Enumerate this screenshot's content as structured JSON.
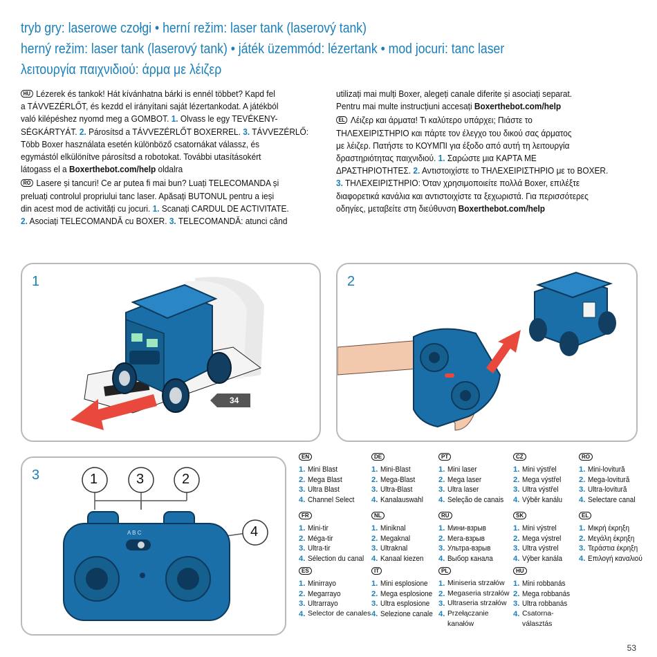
{
  "headings": [
    "tryb gry: laserowe czołgi • herní režim: laser tank (laserový tank)",
    "herný režim: laser tank (laserový tank) • játék üzemmód: lézertank • mod jocuri: tanc laser",
    "λειτουργία παιχνιδιού: άρμα με λέιζερ"
  ],
  "left": {
    "hu_badge": "HU",
    "hu_lines": [
      "Lézerek és tankok! Hát kívánhatna bárki is ennél többet? Kapd fel",
      "a TÁVVEZÉRLŐT, és kezdd el irányítani saját lézertankodat. A játékból",
      "való kilépéshez nyomd meg a GOMBOT.",
      "SÉGKÁRTYÁT.",
      "Több Boxer használata esetén különböző csatornákat válassz, és",
      "egymástól elkülönítve párosítsd a robotokat. További utasításokért",
      "látogass el a"
    ],
    "hu_n1": "1.",
    "hu_s1": "Olvass le egy TEVÉKENY-",
    "hu_n2": "2.",
    "hu_s2": "Párosítsd a TÁVVEZÉRLŐT BOXERREL.",
    "hu_n3": "3.",
    "hu_s3": "TÁVVEZÉRLŐ:",
    "hu_link": "Boxerthebot.com/help",
    "hu_tail": "oldalra",
    "ro_badge": "RO",
    "ro_lines": [
      "Lasere și tancuri! Ce ar putea fi mai bun? Luați TELECOMANDA și",
      "preluați controlul propriului tanc laser. Apăsați BUTONUL pentru a ieși",
      "din acest mod de activități cu jocuri.",
      "Asociați TELECOMANDĂ cu BOXER."
    ],
    "ro_n1": "1.",
    "ro_s1": "Scanați CARDUL DE ACTIVITATE.",
    "ro_n2": "2.",
    "ro_n3": "3.",
    "ro_s3": "TELECOMANDĂ: atunci când"
  },
  "right": {
    "ro_lines": [
      "utilizați mai mulți Boxer, alegeți canale diferite și asociați separat.",
      "Pentru mai multe instrucțiuni accesați"
    ],
    "ro_link": "Boxerthebot.com/help",
    "el_badge": "EL",
    "el_lines": [
      "Λέιζερ και άρματα! Τι καλύτερο υπάρχει; Πιάστε το",
      "ΤΗΛΕΧΕΙΡΙΣΤΗΡΙΟ και πάρτε τον έλεγχο του δικού σας άρματος",
      "με λέιζερ. Πατήστε το ΚΟΥΜΠΙ για έξοδο από αυτή τη λειτουργία",
      "δραστηριότητας παιχνιδιού.",
      "ΔΡΑΣΤΗΡΙΟΤΗΤΕΣ.",
      "ΤΗΛΕΧΕΙΡΙΣΤΗΡΙΟ: Όταν χρησιμοποιείτε πολλά Boxer, επιλέξτε",
      "διαφορετικά κανάλια και αντιστοιχίστε τα ξεχωριστά. Για περισσότερες",
      "οδηγίες, μεταβείτε στη διεύθυνση"
    ],
    "el_n1": "1.",
    "el_s1": "Σαρώστε μια ΚΑΡΤΑ ΜΕ",
    "el_n2": "2.",
    "el_s2": "Αντιστοιχίστε το ΤΗΛΕΧΕΙΡΙΣΤΗΡΙΟ με το BOXER.",
    "el_n3": "3.",
    "el_link": "Boxerthebot.com/help"
  },
  "panels": {
    "p1_label": "1",
    "p1_card_number": "34",
    "p2_label": "2",
    "p3_label": "3",
    "callouts": [
      "1",
      "3",
      "2",
      "4"
    ],
    "switch_letters": "A B C"
  },
  "legend": [
    {
      "lang": "EN",
      "items": [
        "Mini Blast",
        "Mega Blast",
        "Ultra Blast",
        "Channel Select"
      ]
    },
    {
      "lang": "DE",
      "items": [
        "Mini-Blast",
        "Mega-Blast",
        "Ultra-Blast",
        "Kanalauswahl"
      ]
    },
    {
      "lang": "PT",
      "items": [
        "Mini laser",
        "Mega laser",
        "Ultra laser",
        "Seleção de canais"
      ]
    },
    {
      "lang": "CZ",
      "items": [
        "Mini výstřel",
        "Mega výstřel",
        "Ultra výstřel",
        "Výběr kanálu"
      ]
    },
    {
      "lang": "RO",
      "items": [
        "Mini-lovitură",
        "Mega-lovitură",
        "Ultra-lovitură",
        "Selectare canal"
      ]
    },
    {
      "lang": "FR",
      "items": [
        "Mini-tir",
        "Méga-tir",
        "Ultra-tir",
        "Sélection du canal"
      ]
    },
    {
      "lang": "NL",
      "items": [
        "Miniknal",
        "Megaknal",
        "Ultraknal",
        "Kanaal kiezen"
      ]
    },
    {
      "lang": "RU",
      "items": [
        "Мини-взрыв",
        "Мега-взрыв",
        "Ультра-взрыв",
        "Выбор канала"
      ]
    },
    {
      "lang": "SK",
      "items": [
        "Mini výstrel",
        "Mega výstrel",
        "Ultra výstrel",
        "Výber kanála"
      ]
    },
    {
      "lang": "EL",
      "items": [
        "Μικρή έκρηξη",
        "Μεγάλη έκρηξη",
        "Τεράστια έκρηξη",
        "Επιλογή καναλιού"
      ]
    },
    {
      "lang": "ES",
      "items": [
        "Minirrayo",
        "Megarrayo",
        "Ultrarrayo",
        "Selector de canales"
      ]
    },
    {
      "lang": "IT",
      "items": [
        "Mini esplosione",
        "Mega esplosione",
        "Ultra esplosione",
        "Selezione canale"
      ]
    },
    {
      "lang": "PL",
      "items": [
        "Miniseria strzałów",
        "Megaseria strzałów",
        "Ultraseria strzałów",
        "Przełączanie kanałów"
      ]
    },
    {
      "lang": "HU",
      "items": [
        "Mini robbanás",
        "Mega robbanás",
        "Ultra robbanás",
        "Csatorna-választás"
      ]
    }
  ],
  "page_number": "53"
}
